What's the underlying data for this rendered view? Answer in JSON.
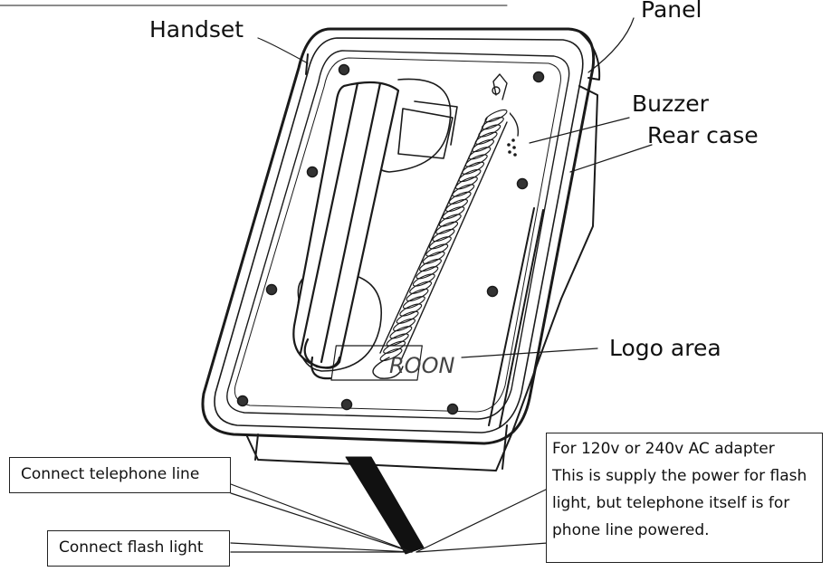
{
  "labels": {
    "handset": "Handset",
    "panel": "Panel",
    "buzzer": "Buzzer",
    "rear_case": "Rear case",
    "logo_area": "Logo area"
  },
  "logo_text": "ROON",
  "boxes": {
    "telephone_line": "Connect telephone line",
    "flash_light": "Connect flash light",
    "adapter_note": [
      "For 120v or 240v AC adapter",
      "This is supply the power for flash",
      "light, but telephone itself is for",
      "phone line powered."
    ]
  }
}
